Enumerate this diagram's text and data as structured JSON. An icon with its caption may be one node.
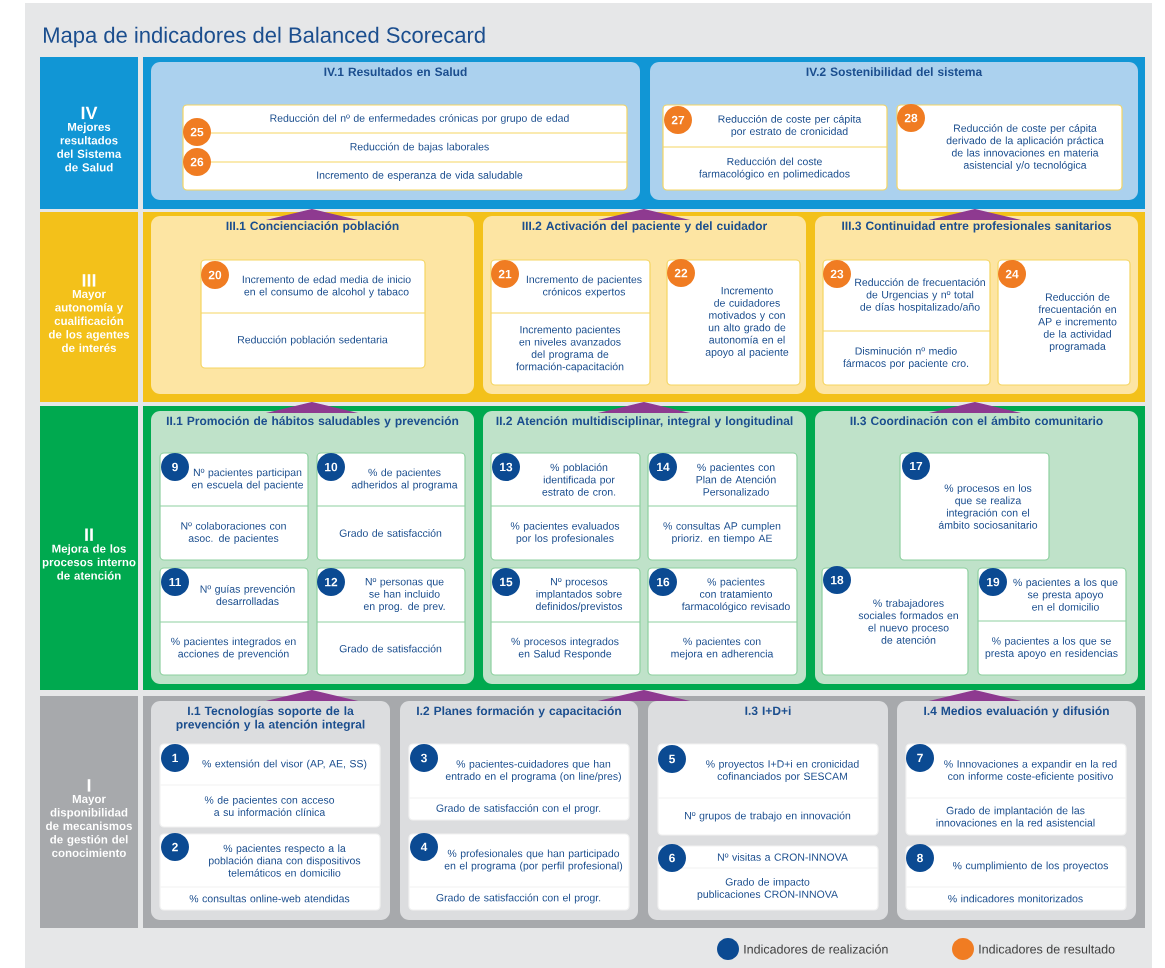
{
  "diagram": {
    "title": "Mapa de indicadores del Balanced Scorecard",
    "nodes": [
      {
        "text": [
          "IV",
          "Mejores resultados del Sistema de Salud"
        ]
      },
      {
        "text": [],
        "shape": "box"
      },
      {
        "text": [
          "IV.1 Resultados en Salud"
        ],
        "in": 1
      },
      {
        "text": [
          "Reducción del nº de enfermedades crónicas por grupo de edad",
          "Reducción de bajas laborales",
          "Incremento de esperanza de vida saludable"
        ],
        "in": 2
      },
      {
        "text": [
          "25"
        ],
        "in": 3
      },
      {
        "text": [
          "26"
        ],
        "in": 3
      },
      {
        "text": [
          "IV.2 Sostenibilidad del sistema"
        ],
        "in": 1
      },
      {
        "text": [
          "Reducción de coste per cápita por estrato de cronicidad",
          "Reducción del coste farmacológico en polimedicados"
        ],
        "in": 6
      },
      {
        "text": [
          "27"
        ],
        "in": 7
      },
      {
        "text": [
          "Reducción de coste per cápita derivado de la aplicación práctica de las innovaciones en materia asistencial y/o tecnológica"
        ],
        "in": 6
      },
      {
        "text": [
          "28"
        ],
        "in": 9
      },
      {
        "text": [
          "III",
          "Mayor autonomía y cualificación de los agentes de interés"
        ]
      },
      {
        "text": [],
        "shape": "box"
      },
      {
        "text": [
          "III.1 Concienciación población"
        ],
        "in": 12
      },
      {
        "text": [
          "Incremento de edad media de inicio en el consumo de alcohol y tabaco",
          "Reducción población sedentaria"
        ],
        "in": 13
      },
      {
        "text": [
          "20"
        ],
        "in": 14
      },
      {
        "text": [
          "III.2 Activación del paciente y del cuidador"
        ],
        "in": 12
      },
      {
        "text": [
          "Incremento de pacientes crónicos expertos",
          "Incremento pacientes en niveles avanzados del programa de formación-capacitación"
        ],
        "in": 16
      },
      {
        "text": [
          "21"
        ],
        "in": 17
      },
      {
        "text": [
          "Incremento de cuidadores motivados y con un alto grado de autonomía en el apoyo al paciente"
        ],
        "in": 16
      },
      {
        "text": [
          "22"
        ],
        "in": 19
      },
      {
        "text": [
          "III.3 Continuidad entre profesionales sanitarios"
        ],
        "in": 12
      },
      {
        "text": [
          "Reducción de frecuentación de Urgencias y nº total de días hospitalizado/año",
          "Disminución nº medio fármacos por paciente cro."
        ],
        "in": 21
      },
      {
        "text": [
          "23"
        ],
        "in": 22
      },
      {
        "text": [
          "Reducción de frecuentación en AP e incremento de la actividad programada"
        ],
        "in": 21
      },
      {
        "text": [
          "24"
        ],
        "in": 24
      },
      {
        "text": [
          "II",
          "Mejora de los procesos interno de atención"
        ]
      },
      {
        "text": [],
        "shape": "box"
      },
      {
        "text": [
          "II.1 Promoción de hábitos saludables y prevención"
        ],
        "in": 27
      },
      {
        "text": [
          "Nº pacientes participan en escuela del paciente",
          "Nº colaboraciones con asoc. de pacientes"
        ],
        "in": 28
      },
      {
        "text": [
          "9"
        ],
        "in": 29
      },
      {
        "text": [
          "% de pacientes adheridos al programa",
          "Grado de satisfacción"
        ],
        "in": 28
      },
      {
        "text": [
          "10"
        ],
        "in": 31
      },
      {
        "text": [
          "Nº guías prevención desarrolladas",
          "% pacientes integrados en acciones de prevención"
        ],
        "in": 28
      },
      {
        "text": [
          "11"
        ],
        "in": 33
      },
      {
        "text": [
          "Nº personas que se han incluido en prog. de prev.",
          "Grado de satisfacción"
        ],
        "in": 28
      },
      {
        "text": [
          "12"
        ],
        "in": 35
      },
      {
        "text": [
          "II.2 Atención multidisciplinar, integral y longitudinal"
        ],
        "in": 27
      },
      {
        "text": [
          "% población identificada por estrato de cron.",
          "% pacientes evaluados por los profesionales"
        ],
        "in": 37
      },
      {
        "text": [
          "13"
        ],
        "in": 38
      },
      {
        "text": [
          "% pacientes con Plan de Atención Personalizado",
          "% consultas AP cumplen prioriz. en tiempo AE"
        ],
        "in": 37
      },
      {
        "text": [
          "14"
        ],
        "in": 40
      },
      {
        "text": [
          "Nº procesos implantados sobre definidos/previstos",
          "% procesos integrados en Salud Responde"
        ],
        "in": 37
      },
      {
        "text": [
          "15"
        ],
        "in": 42
      },
      {
        "text": [
          "% pacientes con tratamiento farmacológico revisado",
          "% pacientes con mejora en adherencia"
        ],
        "in": 37
      },
      {
        "text": [
          "16"
        ],
        "in": 44
      },
      {
        "text": [
          "II.3 Coordinación con el ámbito comunitario"
        ],
        "in": 27
      },
      {
        "text": [
          "% procesos en los que se realiza integración con el ámbito sociosanitario"
        ],
        "in": 46
      },
      {
        "text": [
          "17"
        ],
        "in": 47
      },
      {
        "text": [
          "% trabajadores sociales formados en el nuevo proceso de atención"
        ],
        "in": 46
      },
      {
        "text": [
          "18"
        ],
        "in": 49
      },
      {
        "text": [
          "% pacientes a los que se presta apoyo en el domicilio",
          "% pacientes a los que se presta apoyo en residencias"
        ],
        "in": 46
      },
      {
        "text": [
          "19"
        ],
        "in": 51
      },
      {
        "text": [
          "I",
          "Mayor disponibilidad de mecanismos de gestión del conocimiento"
        ]
      },
      {
        "text": [],
        "shape": "box"
      },
      {
        "text": [
          "I.1 Tecnologías soporte de la prevención y la atención integral"
        ],
        "in": 54
      },
      {
        "text": [
          "% extensión del visor (AP, AE, SS)",
          "% de pacientes con acceso a su información clínica"
        ],
        "in": 55
      },
      {
        "text": [
          "1"
        ],
        "in": 56
      },
      {
        "text": [
          "% pacientes respecto a la población diana con dispositivos telemáticos en domicilio",
          "% consultas online-web atendidas"
        ],
        "in": 55
      },
      {
        "text": [
          "2"
        ],
        "in": 58
      },
      {
        "text": [
          "I.2 Planes formación y capacitación"
        ],
        "in": 54
      },
      {
        "text": [
          "% pacientes-cuidadores que han entrado en el programa (on line/pres)",
          "Grado de satisfacción con el progr."
        ],
        "in": 60
      },
      {
        "text": [
          "3"
        ],
        "in": 61
      },
      {
        "text": [
          "% profesionales que han participado en el programa (por perfil profesional)",
          "Grado de satisfacción con el progr."
        ],
        "in": 60
      },
      {
        "text": [
          "4"
        ],
        "in": 63
      },
      {
        "text": [
          "I.3 I+D+i"
        ],
        "in": 54
      },
      {
        "text": [
          "% proyectos I+D+i en cronicidad cofinanciados por SESCAM",
          "Nº grupos de trabajo en innovación"
        ],
        "in": 65
      },
      {
        "text": [
          "5"
        ],
        "in": 66
      },
      {
        "text": [
          "Nº visitas a CRON-INNOVA",
          "Grado de impacto publicaciones CRON-INNOVA"
        ],
        "in": 65
      },
      {
        "text": [
          "6"
        ],
        "in": 68
      },
      {
        "text": [
          "I.4 Medios evaluación y difusión"
        ],
        "in": 54
      },
      {
        "text": [
          "% Innovaciones a expandir en la red con informe coste-eficiente positivo",
          "Grado de implantación de las innovaciones en la red asistencial"
        ],
        "in": 70
      },
      {
        "text": [
          "7"
        ],
        "in": 71
      },
      {
        "text": [
          "% cumplimiento de los proyectos",
          "% indicadores monitorizados"
        ],
        "in": 70
      },
      {
        "text": [
          "8"
        ],
        "in": 73
      }
    ],
    "edges": [
      {
        "from": 12,
        "to": 1,
        "arrow": "to"
      },
      {
        "from": 12,
        "to": 1,
        "arrow": "to"
      },
      {
        "from": 12,
        "to": 1,
        "arrow": "to"
      },
      {
        "from": 27,
        "to": 12,
        "arrow": "to"
      },
      {
        "from": 27,
        "to": 12,
        "arrow": "to"
      },
      {
        "from": 27,
        "to": 12,
        "arrow": "to"
      },
      {
        "from": 54,
        "to": 27,
        "arrow": "to"
      },
      {
        "from": 54,
        "to": 27,
        "arrow": "to"
      },
      {
        "from": 54,
        "to": 27,
        "arrow": "to"
      }
    ],
    "legend": [
      {
        "text": "Indicadores de realización",
        "color": "#0b4a92"
      },
      {
        "text": "Indicadores de resultado",
        "color": "#f07c22"
      }
    ]
  }
}
